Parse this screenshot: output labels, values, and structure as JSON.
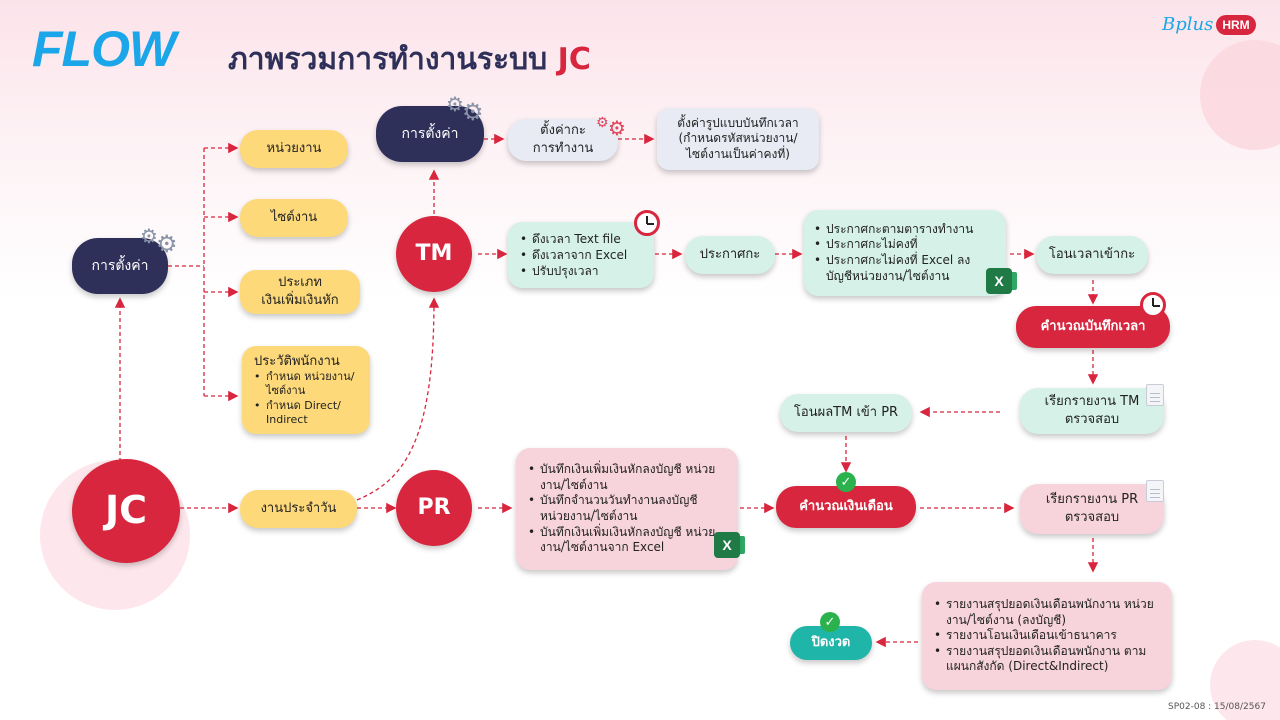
{
  "header": {
    "logo": "FLOW",
    "title": "ภาพรวมการทำงานระบบ",
    "title_accent": "JC",
    "brand_script": "Bplus",
    "brand_badge": "HRM"
  },
  "colors": {
    "red": "#d7263d",
    "navy": "#2f3059",
    "yellow": "#fdd97a",
    "mint": "#d5f1e8",
    "pink": "#f7d4dc",
    "teal": "#1fb5a8",
    "logo_blue": "#1aa6e8"
  },
  "nodes": {
    "jc": "JC",
    "settings_left": "การตั้งค่า",
    "unit": "หน่วยงาน",
    "site": "ไซต์งาน",
    "income_type_1": "ประเภท",
    "income_type_2": "เงินเพิ่มเงินหัก",
    "history_title": "ประวัติพนักงาน",
    "history_items": [
      "กำหนด หน่วยงาน/ ไซต์งาน",
      "กำหนด Direct/ Indirect"
    ],
    "daily_work": "งานประจำวัน",
    "tm": "TM",
    "pr": "PR",
    "settings_top": "การตั้งค่า",
    "work_setting_1": "ตั้งค่ากะ",
    "work_setting_2": "การทำงาน",
    "time_format_lines": [
      "ตั้งค่ารูปแบบบันทึกเวลา",
      "(กำหนดรหัสหน่วยงาน/",
      "ไซต์งานเป็นค่าคงที่)"
    ],
    "tm_import": [
      "ดึงเวลา Text file",
      "ดึงเวลาจาก Excel",
      "ปรับปรุงเวลา"
    ],
    "announce_shift": "ประกาศกะ",
    "shift_options": [
      "ประกาศกะตามตารางทำงาน",
      "ประกาศกะไม่คงที่",
      "ประกาศกะไม่คงที่ Excel ลงบัญชีหน่วยงาน/ไซต์งาน"
    ],
    "transfer_shift": "โอนเวลาเข้ากะ",
    "calc_time": "คำนวณบันทึกเวลา",
    "tm_report_1": "เรียกรายงาน TM",
    "tm_report_2": "ตรวจสอบ",
    "transfer_tm_pr": "โอนผลTM เข้า PR",
    "pr_entries": [
      "บันทึกเงินเพิ่มเงินหักลงบัญชี หน่วยงาน/ไซต์งาน",
      "บันทึกจำนวนวันทำงานลงบัญชี หน่วยงาน/ไซต์งาน",
      "บันทึกเงินเพิ่มเงินหักลงบัญชี หน่วยงาน/ไซต์งานจาก Excel"
    ],
    "calc_salary": "คำนวณเงินเดือน",
    "pr_report_1": "เรียกรายงาน PR",
    "pr_report_2": "ตรวจสอบ",
    "reports": [
      "รายงานสรุปยอดเงินเดือนพนักงาน หน่วยงาน/ไซต์งาน (ลงบัญชี)",
      "รายงานโอนเงินเดือนเข้าธนาคาร",
      "รายงานสรุปยอดเงินเดือนพนักงาน ตามแผนกสังกัด (Direct&Indirect)"
    ],
    "close_period": "ปิดงวด"
  },
  "icons": {
    "gear": "gear-icon",
    "excel": "excel-icon",
    "clock": "clock-icon",
    "check": "check-icon",
    "document": "document-icon"
  },
  "footer": {
    "code": "SP02-08 : 15/08/2567"
  }
}
